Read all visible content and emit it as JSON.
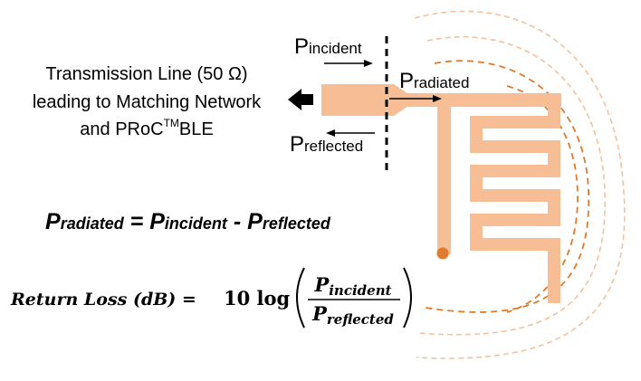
{
  "labels": {
    "tl_line1": "Transmission Line (50 Ω)",
    "tl_line2": "leading to Matching Network",
    "tl_line3_prefix": "and PRoC",
    "tl_line3_super": "TM",
    "tl_line3_suffix": "BLE",
    "p_incident_main": "P",
    "p_incident_sub": "incident",
    "p_radiated_main": "P",
    "p_radiated_sub": "radiated",
    "p_reflected_main": "P",
    "p_reflected_sub": "reflected"
  },
  "equation1": {
    "p1": "P",
    "s1": "radiated",
    "eq": " = ",
    "p2": "P",
    "s2": "incident",
    "minus": " - ",
    "p3": "P",
    "s3": "reflected"
  },
  "equation2": {
    "lhs": "Return Loss (dB) = ",
    "func": "10 log",
    "num_p": "P",
    "num_sub": "incident",
    "den_p": "P",
    "den_sub": "reflected"
  },
  "colors": {
    "antenna": "#f7be96",
    "feed_dot": "#e07a2c",
    "wave_dash": "#e07a2c",
    "wave_outer": "#f3c2a0"
  }
}
